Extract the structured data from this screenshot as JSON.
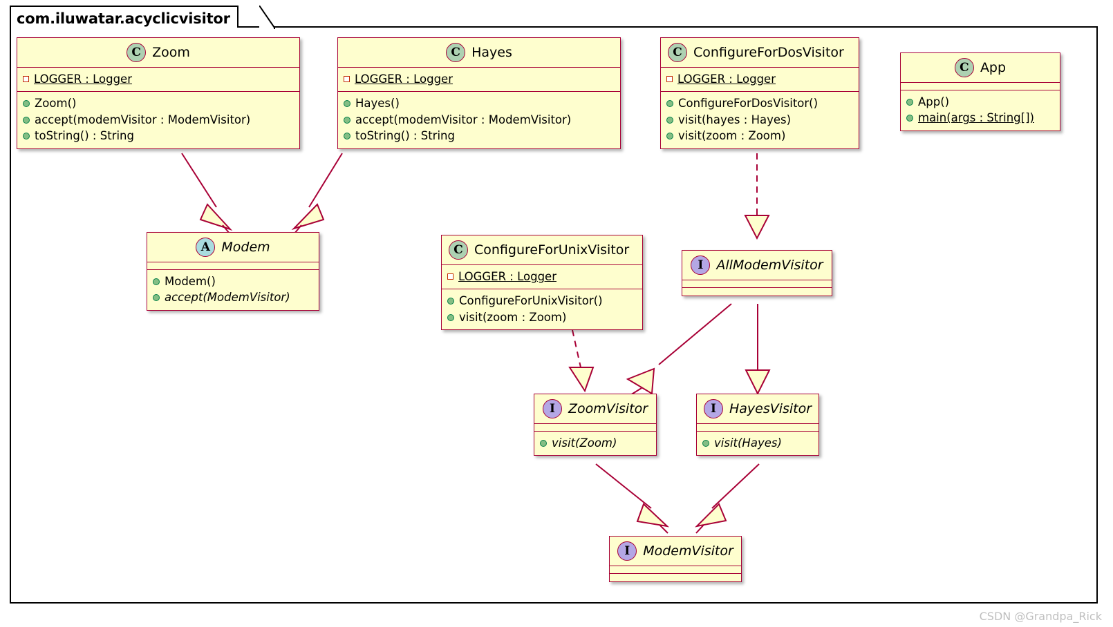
{
  "diagram": {
    "package_name": "com.iluwatar.acyclicvisitor",
    "watermark": "CSDN @Grandpa_Rick",
    "colors": {
      "box_fill": "#FEFECE",
      "box_border": "#A80036",
      "class_badge": "#ADD1B2",
      "abstract_badge": "#A9DCDF",
      "interface_badge": "#B4A7E5",
      "private_marker": "#C22600",
      "public_marker": "#84BE84",
      "connector": "#A80036"
    }
  },
  "classes": {
    "zoom": {
      "name": "Zoom",
      "badge": "C",
      "fields": [
        {
          "marker": "private-field",
          "text": "LOGGER : Logger",
          "static": true
        }
      ],
      "methods": [
        {
          "marker": "public-method",
          "text": "Zoom()"
        },
        {
          "marker": "public-method",
          "text": "accept(modemVisitor : ModemVisitor)"
        },
        {
          "marker": "public-method",
          "text": "toString() : String"
        }
      ]
    },
    "hayes": {
      "name": "Hayes",
      "badge": "C",
      "fields": [
        {
          "marker": "private-field",
          "text": "LOGGER : Logger",
          "static": true
        }
      ],
      "methods": [
        {
          "marker": "public-method",
          "text": "Hayes()"
        },
        {
          "marker": "public-method",
          "text": "accept(modemVisitor : ModemVisitor)"
        },
        {
          "marker": "public-method",
          "text": "toString() : String"
        }
      ]
    },
    "configure_for_dos_visitor": {
      "name": "ConfigureForDosVisitor",
      "badge": "C",
      "fields": [
        {
          "marker": "private-field",
          "text": "LOGGER : Logger",
          "static": true
        }
      ],
      "methods": [
        {
          "marker": "public-method",
          "text": "ConfigureForDosVisitor()"
        },
        {
          "marker": "public-method",
          "text": "visit(hayes : Hayes)"
        },
        {
          "marker": "public-method",
          "text": "visit(zoom : Zoom)"
        }
      ]
    },
    "app": {
      "name": "App",
      "badge": "C",
      "fields": [],
      "methods": [
        {
          "marker": "public-method",
          "text": "App()"
        },
        {
          "marker": "public-method",
          "text": "main(args : String[])",
          "static": true
        }
      ]
    },
    "modem": {
      "name": "Modem",
      "badge": "A",
      "abstract": true,
      "fields": [],
      "methods": [
        {
          "marker": "public-method",
          "text": "Modem()"
        },
        {
          "marker": "public-method",
          "text": "accept(ModemVisitor)",
          "italic": true
        }
      ]
    },
    "configure_for_unix_visitor": {
      "name": "ConfigureForUnixVisitor",
      "badge": "C",
      "fields": [
        {
          "marker": "private-field",
          "text": "LOGGER : Logger",
          "static": true
        }
      ],
      "methods": [
        {
          "marker": "public-method",
          "text": "ConfigureForUnixVisitor()"
        },
        {
          "marker": "public-method",
          "text": "visit(zoom : Zoom)"
        }
      ]
    },
    "all_modem_visitor": {
      "name": "AllModemVisitor",
      "badge": "I",
      "abstract": true,
      "fields": [],
      "methods": []
    },
    "zoom_visitor": {
      "name": "ZoomVisitor",
      "badge": "I",
      "abstract": true,
      "fields": [],
      "methods": [
        {
          "marker": "public-method",
          "text": "visit(Zoom)",
          "italic": true
        }
      ]
    },
    "hayes_visitor": {
      "name": "HayesVisitor",
      "badge": "I",
      "abstract": true,
      "fields": [],
      "methods": [
        {
          "marker": "public-method",
          "text": "visit(Hayes)",
          "italic": true
        }
      ]
    },
    "modem_visitor": {
      "name": "ModemVisitor",
      "badge": "I",
      "abstract": true,
      "fields": [],
      "methods": []
    }
  },
  "relations": [
    {
      "from": "Zoom",
      "to": "Modem",
      "type": "generalization"
    },
    {
      "from": "Hayes",
      "to": "Modem",
      "type": "generalization"
    },
    {
      "from": "ConfigureForDosVisitor",
      "to": "AllModemVisitor",
      "type": "realization"
    },
    {
      "from": "ConfigureForUnixVisitor",
      "to": "ZoomVisitor",
      "type": "realization"
    },
    {
      "from": "AllModemVisitor",
      "to": "ZoomVisitor",
      "type": "generalization"
    },
    {
      "from": "AllModemVisitor",
      "to": "HayesVisitor",
      "type": "generalization"
    },
    {
      "from": "ZoomVisitor",
      "to": "ModemVisitor",
      "type": "generalization"
    },
    {
      "from": "HayesVisitor",
      "to": "ModemVisitor",
      "type": "generalization"
    }
  ]
}
